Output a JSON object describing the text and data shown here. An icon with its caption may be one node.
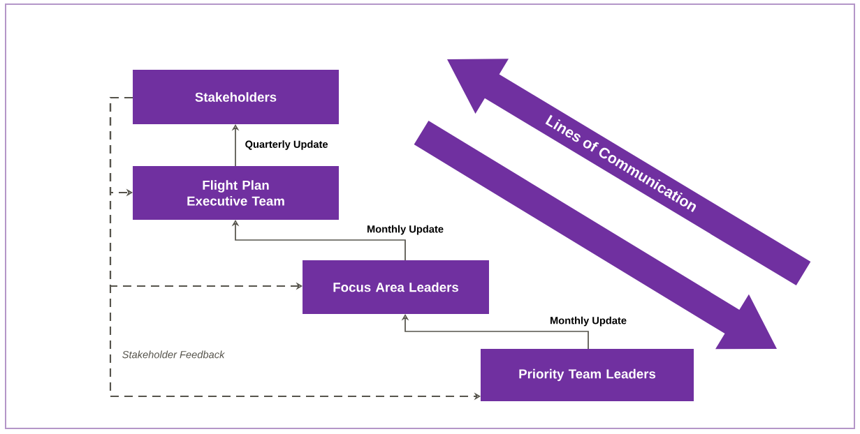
{
  "diagram": {
    "nodes": [
      {
        "text": [
          "Stakeholders"
        ]
      },
      {
        "text": [
          "Flight Plan Executive Team"
        ]
      },
      {
        "text": [
          "Focus Area Leaders"
        ]
      },
      {
        "text": [
          "Priority Team Leaders"
        ]
      },
      {
        "text": [
          "Lines of Communication"
        ]
      },
      {
        "text": [],
        "shape": "arrow"
      }
    ],
    "edges": [
      {
        "from": 1,
        "to": 0,
        "arrow": "to",
        "label": "Quarterly Update"
      },
      {
        "from": 2,
        "to": 1,
        "arrow": "to",
        "label": "Monthly Update"
      },
      {
        "from": 3,
        "to": 2,
        "arrow": "to",
        "label": "Monthly Update"
      },
      {
        "from": 0,
        "to": 1,
        "arrow": "to",
        "style": "dashed"
      },
      {
        "from": 0,
        "to": 2,
        "arrow": "to",
        "style": "dashed"
      },
      {
        "from": 0,
        "to": 3,
        "arrow": "to",
        "style": "dashed"
      }
    ],
    "labels": [
      "Stakeholder Feedback"
    ]
  }
}
